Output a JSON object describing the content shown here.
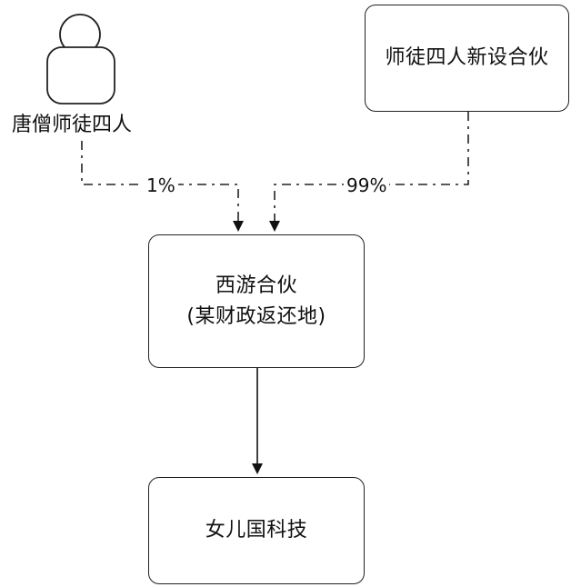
{
  "nodes": {
    "person": {
      "label": "唐僧师徒四人"
    },
    "partnership_new": {
      "label": "师徒四人新设合伙"
    },
    "xiyou": {
      "line1": "西游合伙",
      "line2": "(某财政返还地)"
    },
    "nuer": {
      "label": "女儿国科技"
    }
  },
  "edges": {
    "person_to_xiyou": {
      "percent": "1%"
    },
    "new_to_xiyou": {
      "percent": "99%"
    }
  }
}
